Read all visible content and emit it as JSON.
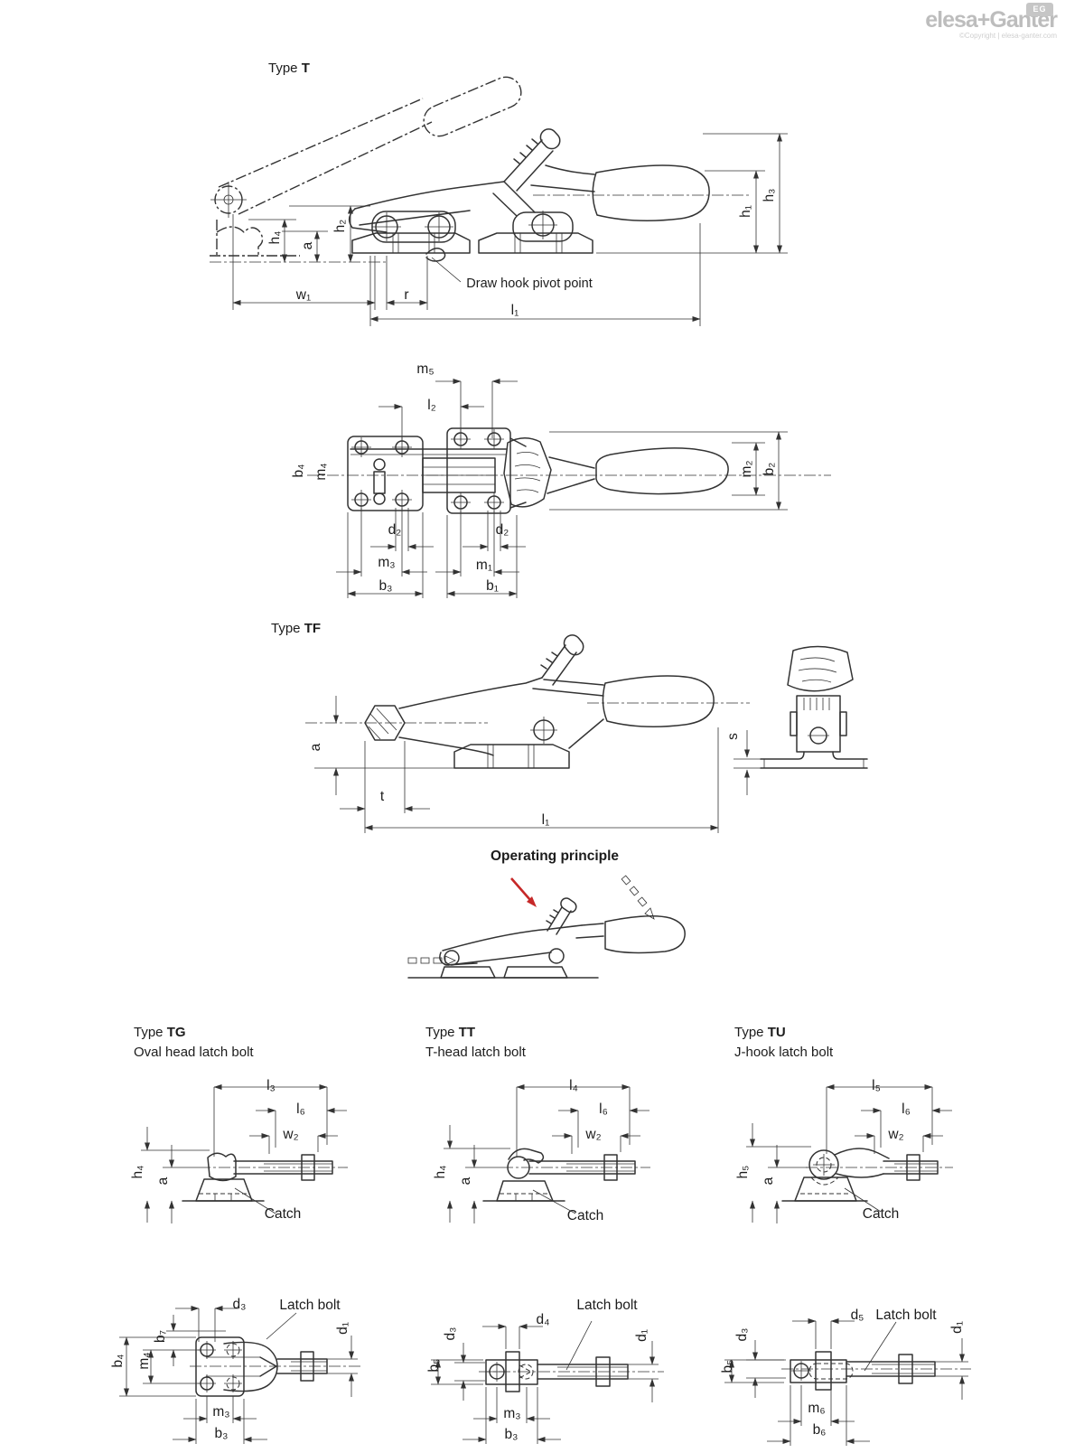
{
  "logo": {
    "brand_elesa": "elesa",
    "brand_sep": "+",
    "brand_ganter": "Ganter",
    "copyright": "©Copyright | elesa-ganter.com",
    "badge": "EG"
  },
  "type_t": {
    "title_prefix": "Type ",
    "title_bold": "T",
    "pivot_note": "Draw hook pivot point",
    "dims": {
      "h1": "h₁",
      "h2": "h₂",
      "h3": "h₃",
      "h4": "h₄",
      "a": "a",
      "w1": "w₁",
      "r": "r",
      "l1": "l₁"
    }
  },
  "plan": {
    "dims": {
      "m5": "m₅",
      "l2": "l₂",
      "b4": "b₄",
      "m4": "m₄",
      "m2": "m₂",
      "b2": "b₂",
      "d2_left": "d₂",
      "m3": "m₃",
      "b3": "b₃",
      "d2_right": "d₂",
      "m1": "m₁",
      "b1": "b₁"
    }
  },
  "type_tf": {
    "title_prefix": "Type ",
    "title_bold": "TF",
    "dims": {
      "a": "a",
      "t": "t",
      "l1": "l₁",
      "s": "s"
    }
  },
  "operating": {
    "title": "Operating principle"
  },
  "type_tg": {
    "title_prefix": "Type ",
    "title_bold": "TG",
    "subtitle": "Oval head latch bolt",
    "catch_label": "Catch",
    "dims": {
      "l3": "l₃",
      "l6": "l₆",
      "w2": "w₂",
      "h4": "h₄",
      "a": "a"
    }
  },
  "type_tt": {
    "title_prefix": "Type ",
    "title_bold": "TT",
    "subtitle": "T-head latch bolt",
    "catch_label": "Catch",
    "dims": {
      "l4": "l₄",
      "l6": "l₆",
      "w2": "w₂",
      "h4": "h₄",
      "a": "a"
    }
  },
  "type_tu": {
    "title_prefix": "Type ",
    "title_bold": "TU",
    "subtitle": "J-hook latch bolt",
    "catch_label": "Catch",
    "dims": {
      "l5": "l₅",
      "l6": "l₆",
      "w2": "w₂",
      "h5": "h₅",
      "a": "a"
    }
  },
  "bolt_tg": {
    "label": "Latch bolt",
    "dims": {
      "d3": "d₃",
      "d1": "d₁",
      "b4": "b₄",
      "m4": "m₄",
      "b7": "b₇",
      "m3": "m₃",
      "b3": "b₃"
    }
  },
  "bolt_tt": {
    "label": "Latch bolt",
    "dims": {
      "d4": "d₄",
      "d1": "d₁",
      "d3": "d₃",
      "b5": "b₅",
      "m3": "m₃",
      "b3": "b₃"
    }
  },
  "bolt_tu": {
    "label": "Latch bolt",
    "dims": {
      "d5": "d₅",
      "d1": "d₁",
      "d3": "d₃",
      "b5": "b₅",
      "m6": "m₆",
      "b6": "b₆"
    }
  },
  "colors": {
    "line": "#333333",
    "accent_red": "#c62828",
    "logo_gray": "#bdbdbd"
  }
}
